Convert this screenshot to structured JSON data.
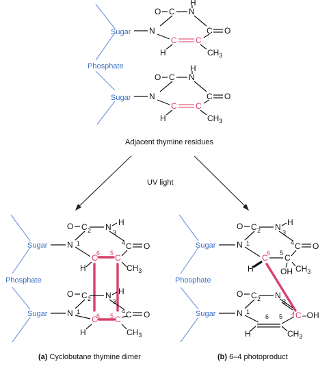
{
  "labels": {
    "sugar": "Sugar",
    "phosphate": "Phosphate",
    "adjacent": "Adjacent thymine residues",
    "uv_light": "UV light",
    "caption_a_letter": "(a)",
    "caption_a_text": "Cyclobutane thymine dimer",
    "caption_b_letter": "(b)",
    "caption_b_text": "6–4 photoproduct"
  },
  "atoms": {
    "O": "O",
    "H": "H",
    "N": "N",
    "C": "C",
    "CH3": "CH",
    "CH3_sub": "3",
    "OH": "OH",
    "dash_OH": "–OH"
  },
  "ring_numbers": {
    "n1": "1",
    "n2": "2",
    "n3": "3",
    "n4": "4",
    "n5": "5",
    "n6": "6"
  },
  "colors": {
    "highlight": "#d8406a",
    "backbone": "#3a6fc8"
  }
}
